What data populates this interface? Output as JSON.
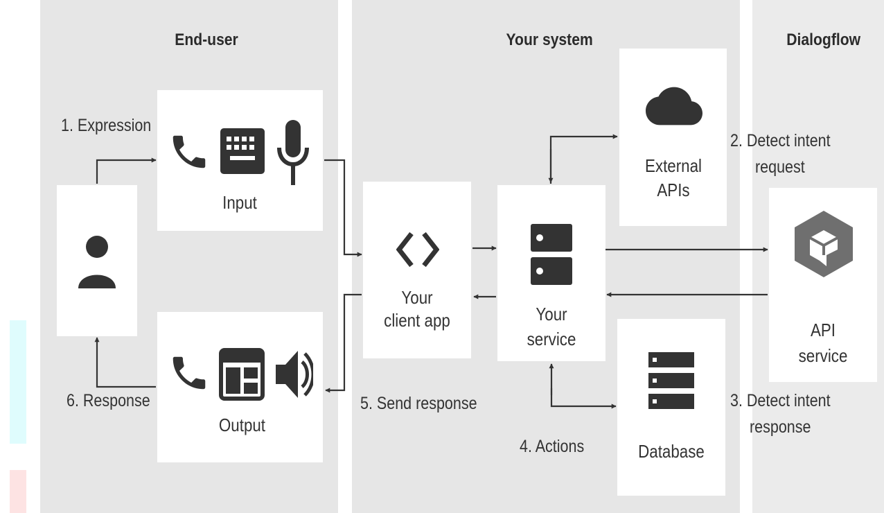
{
  "lanes": {
    "end_user": "End-user",
    "your_system": "Your system",
    "dialogflow": "Dialogflow"
  },
  "nodes": {
    "input": "Input",
    "output": "Output",
    "client_app": [
      "Your",
      "client app"
    ],
    "service": [
      "Your",
      "service"
    ],
    "external_apis": [
      "External",
      "APIs"
    ],
    "database": "Database",
    "api_service": [
      "API",
      "service"
    ]
  },
  "steps": {
    "expression": "1. Expression",
    "detect_request": [
      "2. Detect intent",
      "request"
    ],
    "detect_response": [
      "3. Detect intent",
      "response"
    ],
    "actions": "4. Actions",
    "send_response": "5. Send response",
    "response": "6. Response"
  },
  "icons": {
    "user": "person-icon",
    "input": [
      "phone-icon",
      "keyboard-icon",
      "microphone-icon"
    ],
    "output": [
      "phone-icon",
      "layout-screen-icon",
      "speaker-icon"
    ],
    "client_app": "code-brackets-icon",
    "service": "server-icon",
    "external_apis": "cloud-icon",
    "database": "database-icon",
    "api_service": "dialogflow-logo-icon"
  },
  "colors": {
    "lane": "#e6e6e6",
    "box": "#ffffff",
    "icon": "#333333",
    "logo": "#6f6f6f",
    "line": "#333333"
  }
}
